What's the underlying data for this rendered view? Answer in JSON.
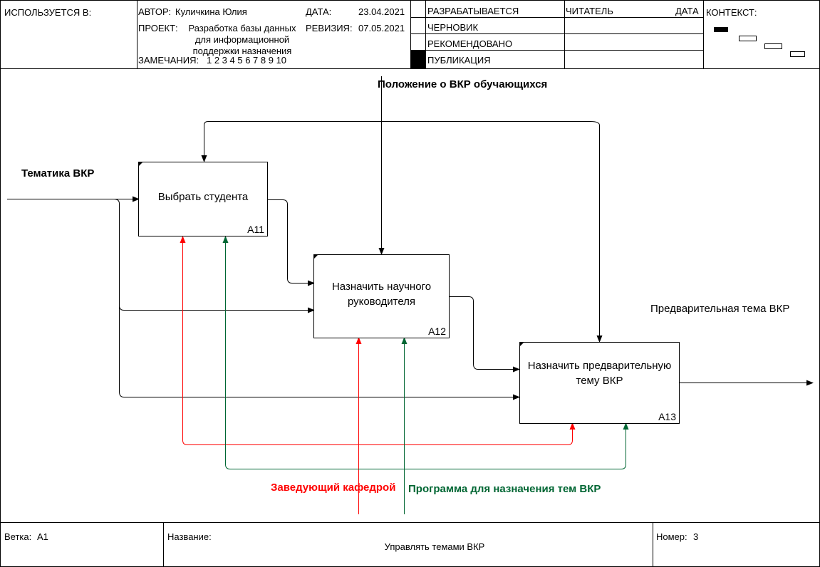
{
  "header": {
    "used_in": "ИСПОЛЬЗУЕТСЯ В:",
    "author_label": "АВТОР:",
    "author": "Куличкина Юлия",
    "project_label": "ПРОЕКТ:",
    "project": "Разработка базы данных для информационной поддержки назначения",
    "notes_label": "ЗАМЕЧАНИЯ:",
    "notes_numbers": "1 2 3 4 5 6 7 8 9 10",
    "date_label": "ДАТА:",
    "date": "23.04.2021",
    "revision_label": "РЕВИЗИЯ:",
    "revision": "07.05.2021",
    "statuses": [
      "РАЗРАБАТЫВАЕТСЯ",
      "ЧЕРНОВИК",
      "РЕКОМЕНДОВАНО",
      "ПУБЛИКАЦИЯ"
    ],
    "reader_label": "ЧИТАТЕЛЬ",
    "reader_date_label": "ДАТА",
    "context_label": "КОНТЕКСТ:"
  },
  "boxes": [
    {
      "name": "Выбрать студента",
      "num": "А11"
    },
    {
      "name": "Назначить научного руководителя",
      "num": "А12"
    },
    {
      "name": "Назначить предварительную тему ВКР",
      "num": "А13"
    }
  ],
  "arrows": {
    "control": "Положение о ВКР обучающихся",
    "input": "Тематика ВКР",
    "output": "Предварительная тема ВКР",
    "mechanism_head": "Заведующий кафедрой",
    "mechanism_program": "Программа для назначения тем ВКР"
  },
  "colors": {
    "mechanism_head": "#ff0000",
    "mechanism_program": "#006633",
    "lines": "#000000"
  },
  "footer": {
    "node_label": "Ветка:",
    "node": "А1",
    "title_label": "Название:",
    "title": "Управлять темами ВКР",
    "number_label": "Номер:",
    "number": "3"
  }
}
